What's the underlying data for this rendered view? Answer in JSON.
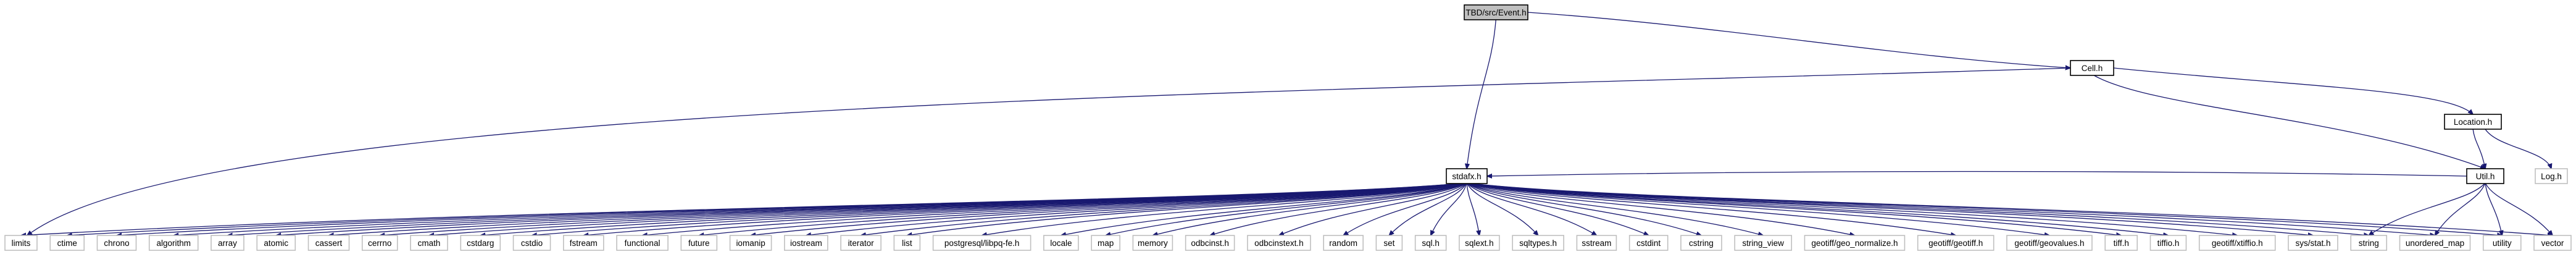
{
  "diagram": {
    "root": "TBD/src/Event.h",
    "nodes": {
      "event": "TBD/src/Event.h",
      "cell": "Cell.h",
      "location": "Location.h",
      "util": "Util.h",
      "log": "Log.h",
      "stdafx": "stdafx.h",
      "limits": "limits",
      "ctime": "ctime",
      "chrono": "chrono",
      "algorithm": "algorithm",
      "array": "array",
      "atomic": "atomic",
      "cassert": "cassert",
      "cerrno": "cerrno",
      "cmath": "cmath",
      "cstdarg": "cstdarg",
      "cstdio": "cstdio",
      "fstream": "fstream",
      "functional": "functional",
      "future": "future",
      "iomanip": "iomanip",
      "iostream": "iostream",
      "iterator": "iterator",
      "list": "list",
      "libpq": "postgresql/libpq-fe.h",
      "locale": "locale",
      "map": "map",
      "memory": "memory",
      "odbcinst": "odbcinst.h",
      "odbcinstext": "odbcinstext.h",
      "random": "random",
      "set": "set",
      "sql": "sql.h",
      "sqlext": "sqlext.h",
      "sqltypes": "sqltypes.h",
      "sstream": "sstream",
      "cstdint": "cstdint",
      "cstring": "cstring",
      "string_view": "string_view",
      "geo_normalize": "geotiff/geo_normalize.h",
      "geotiff": "geotiff/geotiff.h",
      "geovalues": "geotiff/geovalues.h",
      "tiff": "tiff.h",
      "tiffio": "tiffio.h",
      "xtiffio": "geotiff/xtiffio.h",
      "sysstat": "sys/stat.h",
      "string": "string",
      "unordered_map": "unordered_map",
      "utility": "utility",
      "vector": "vector"
    },
    "edges": [
      [
        "event",
        "cell"
      ],
      [
        "event",
        "stdafx"
      ],
      [
        "cell",
        "location"
      ],
      [
        "cell",
        "util"
      ],
      [
        "cell",
        "limits"
      ],
      [
        "location",
        "util"
      ],
      [
        "location",
        "log"
      ],
      [
        "util",
        "stdafx"
      ],
      [
        "util",
        "string"
      ],
      [
        "util",
        "unordered_map"
      ],
      [
        "util",
        "utility"
      ],
      [
        "util",
        "vector"
      ],
      [
        "stdafx",
        "limits"
      ],
      [
        "stdafx",
        "ctime"
      ],
      [
        "stdafx",
        "chrono"
      ],
      [
        "stdafx",
        "algorithm"
      ],
      [
        "stdafx",
        "array"
      ],
      [
        "stdafx",
        "atomic"
      ],
      [
        "stdafx",
        "cassert"
      ],
      [
        "stdafx",
        "cerrno"
      ],
      [
        "stdafx",
        "cmath"
      ],
      [
        "stdafx",
        "cstdarg"
      ],
      [
        "stdafx",
        "cstdio"
      ],
      [
        "stdafx",
        "fstream"
      ],
      [
        "stdafx",
        "functional"
      ],
      [
        "stdafx",
        "future"
      ],
      [
        "stdafx",
        "iomanip"
      ],
      [
        "stdafx",
        "iostream"
      ],
      [
        "stdafx",
        "iterator"
      ],
      [
        "stdafx",
        "list"
      ],
      [
        "stdafx",
        "libpq"
      ],
      [
        "stdafx",
        "locale"
      ],
      [
        "stdafx",
        "map"
      ],
      [
        "stdafx",
        "memory"
      ],
      [
        "stdafx",
        "odbcinst"
      ],
      [
        "stdafx",
        "odbcinstext"
      ],
      [
        "stdafx",
        "random"
      ],
      [
        "stdafx",
        "set"
      ],
      [
        "stdafx",
        "sql"
      ],
      [
        "stdafx",
        "sqlext"
      ],
      [
        "stdafx",
        "sqltypes"
      ],
      [
        "stdafx",
        "sstream"
      ],
      [
        "stdafx",
        "cstdint"
      ],
      [
        "stdafx",
        "cstring"
      ],
      [
        "stdafx",
        "string_view"
      ],
      [
        "stdafx",
        "geo_normalize"
      ],
      [
        "stdafx",
        "geotiff"
      ],
      [
        "stdafx",
        "geovalues"
      ],
      [
        "stdafx",
        "tiff"
      ],
      [
        "stdafx",
        "tiffio"
      ],
      [
        "stdafx",
        "xtiffio"
      ],
      [
        "stdafx",
        "sysstat"
      ],
      [
        "stdafx",
        "string"
      ],
      [
        "stdafx",
        "unordered_map"
      ],
      [
        "stdafx",
        "utility"
      ],
      [
        "stdafx",
        "vector"
      ]
    ],
    "colors": {
      "edge": "#191970",
      "root_fill": "#bfbfbf",
      "linked_border": "#000000",
      "leaf_border": "#bfbfbf"
    }
  }
}
